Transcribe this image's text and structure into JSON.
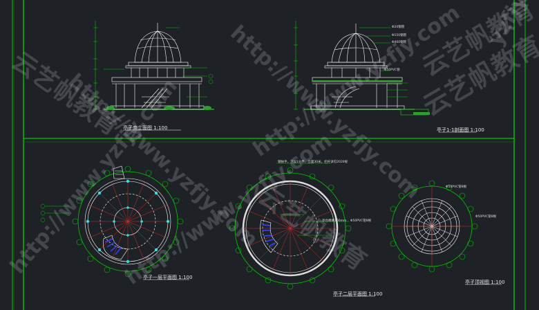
{
  "drawing": {
    "views": {
      "front_elevation": "亭子南立面图 1:100",
      "section": "亭子1-1剖面图 1:100",
      "plan_level1": "亭子一层平面图 1:100",
      "plan_level2": "亭子二层平面图 1:100",
      "roof_plan": "亭子顶视图 1:100"
    },
    "annotations": {
      "section_bar1": "Φ20钢管",
      "section_bar2": "Φ150钢管",
      "section_bar3": "Φ400钢管",
      "section_floor": "Φ50PVC管",
      "roof_pvc_top": "Φ50PVC管8根",
      "roof_pvc_side": "Φ50PVC管8根",
      "level2_top": "钢扶手，下设1分界，立面30米，栏杆详见2020规",
      "level2_pvc": "Φ50PVC管8根",
      "level2_note": "亭台楼阁100mm"
    },
    "watermarks": {
      "url": "http://www.yzfjy.com",
      "brand": "云艺帆教育",
      "url_short": "yzfjy"
    },
    "colors": {
      "background": "#1e2125",
      "frame": "#00c800",
      "linework": "#ffffff",
      "hatch": "#2ba02b",
      "dimension": "#00c800",
      "axis": "#d03030",
      "stair": "#3040ff",
      "column": "#30e0e0"
    }
  }
}
